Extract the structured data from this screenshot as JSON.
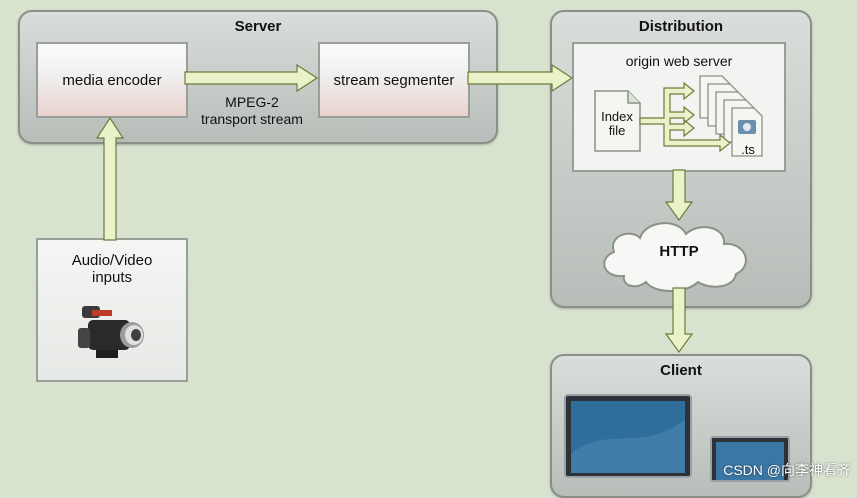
{
  "server": {
    "title": "Server",
    "encoder_label": "media encoder",
    "segmenter_label": "stream segmenter",
    "transport_label_line1": "MPEG-2",
    "transport_label_line2": "transport stream"
  },
  "inputs": {
    "title_line1": "Audio/Video",
    "title_line2": "inputs",
    "icon": "video-camera-icon"
  },
  "distribution": {
    "title": "Distribution",
    "origin_label": "origin web server",
    "index_line1": "Index",
    "index_line2": "file",
    "ts_label": ".ts",
    "cloud_label": "HTTP"
  },
  "client": {
    "title": "Client"
  },
  "watermark": "CSDN @向李神看齐",
  "colors": {
    "background": "#d7e3cf",
    "arrow_fill": "#e9f2c8",
    "arrow_stroke": "#6f7a3a",
    "panel": "#c4c9c5"
  }
}
